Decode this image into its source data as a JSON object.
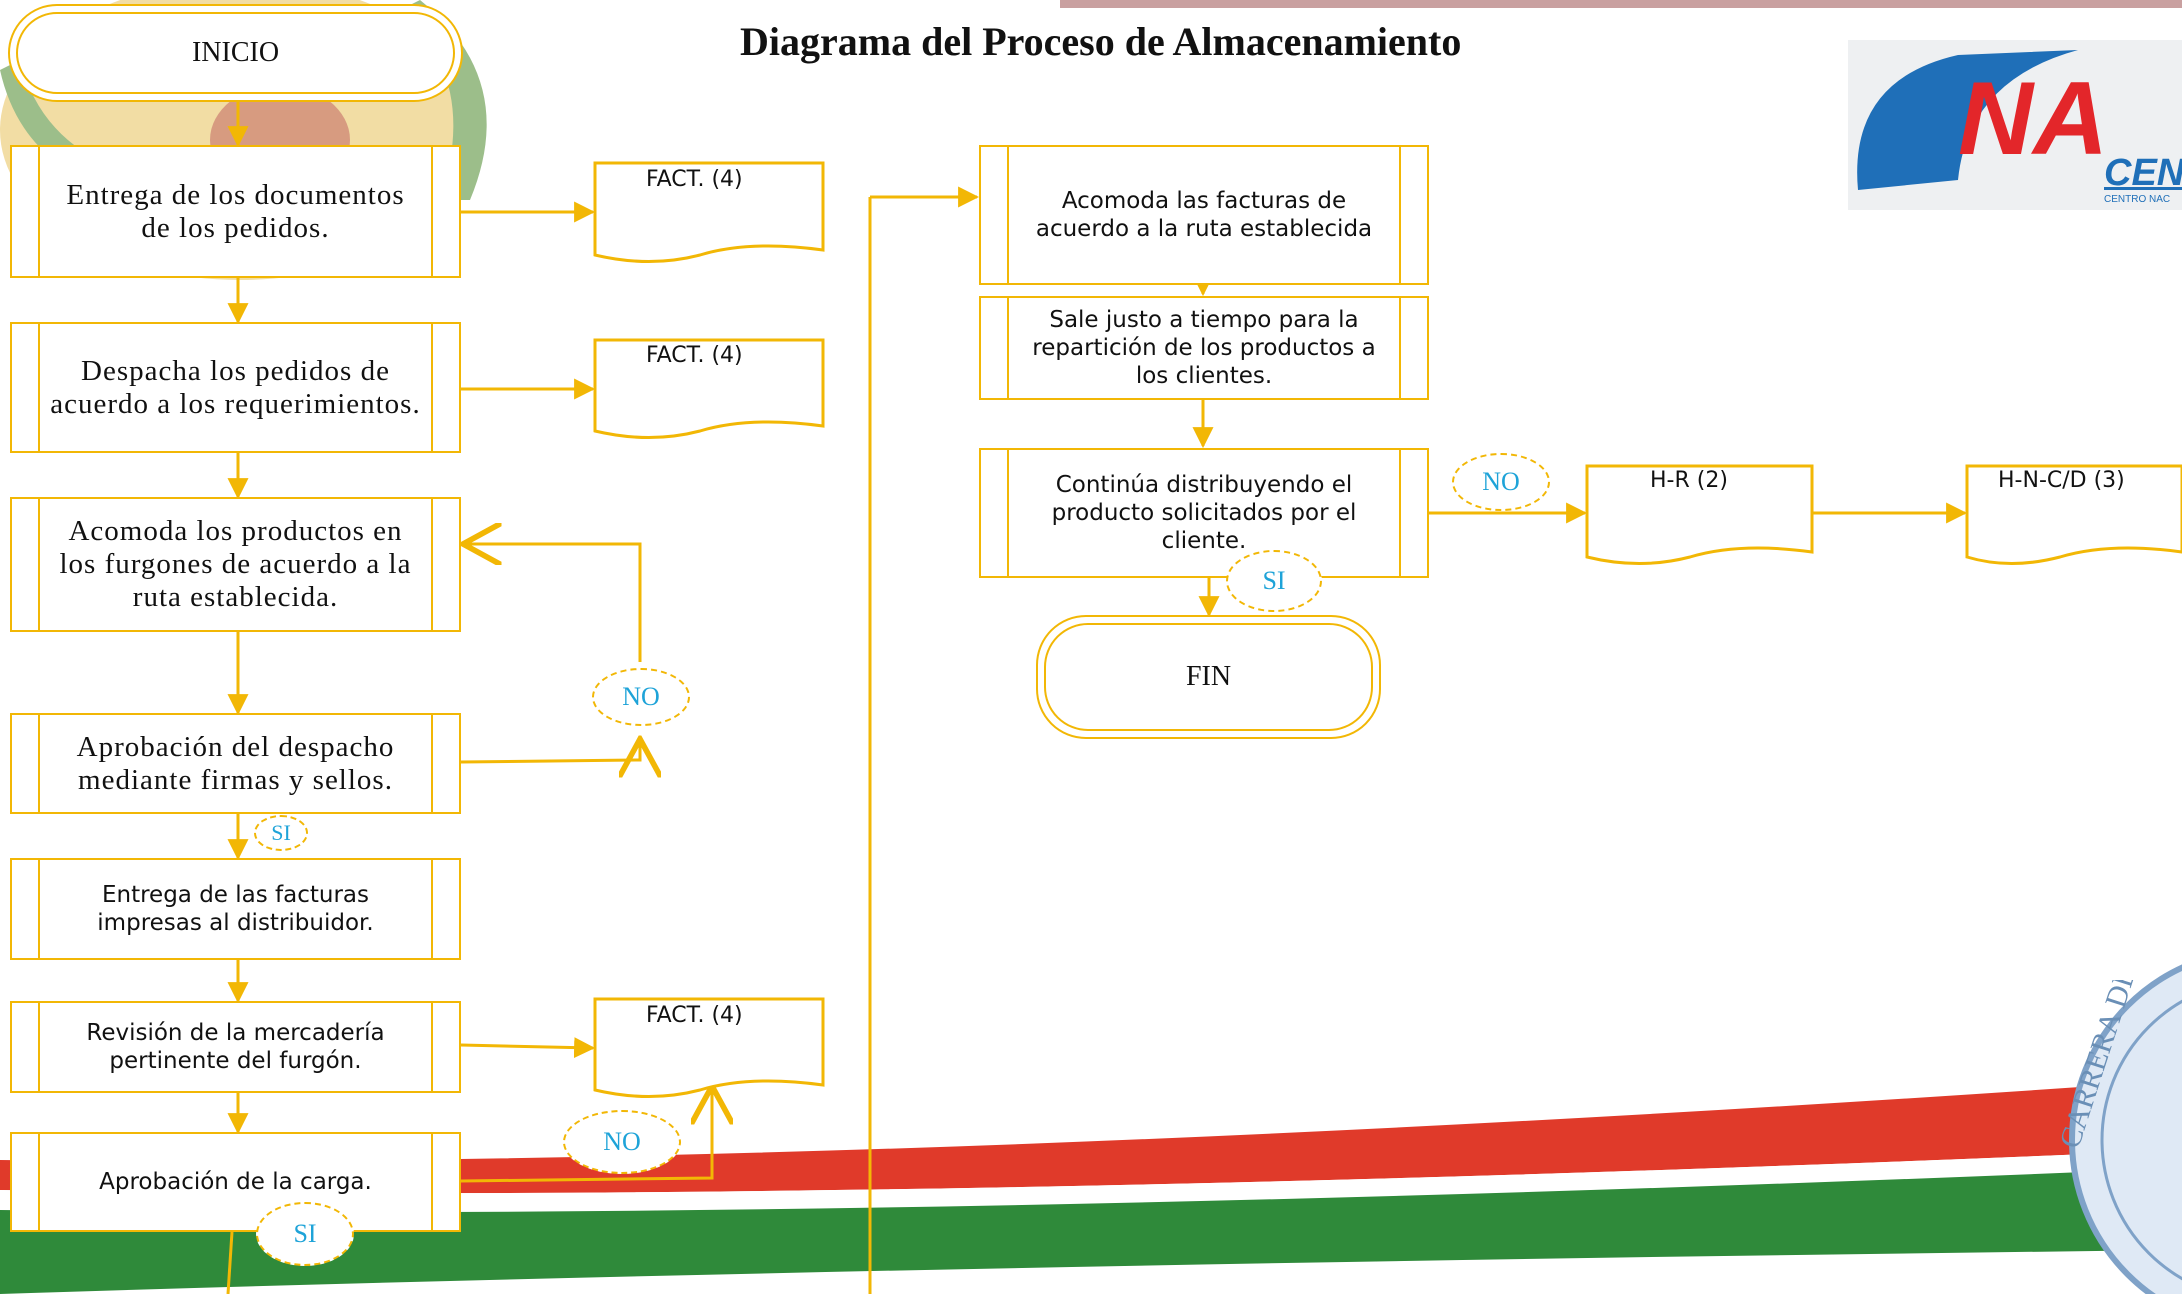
{
  "title": "Diagrama del Proceso de Almacenamiento",
  "colors": {
    "flow": "#f2b705",
    "connector_text": "#1ea3d8",
    "logo_blue": "#1f6fb8",
    "logo_red": "#e3262a"
  },
  "start": "INICIO",
  "end": "FIN",
  "left_column": [
    "Entrega de los documentos de los pedidos.",
    "Despacha los pedidos de acuerdo a los requerimientos.",
    "Acomoda los productos en los furgones de acuerdo a la ruta establecida.",
    "Aprobación del despacho mediante firmas y sellos.",
    "Entrega de las facturas impresas al distribuidor.",
    "Revisión de la mercadería pertinente del furgón.",
    "Aprobación de la carga."
  ],
  "right_column": [
    "Acomoda las facturas de acuerdo a la ruta establecida",
    "Sale justo a tiempo para la repartición de los productos a los clientes.",
    "Continúa distribuyendo el producto solicitados por el cliente."
  ],
  "documents": [
    "FACT. (4)",
    "FACT. (4)",
    "FACT. (4)",
    "H-R (2)",
    "H-N-C/D (3)"
  ],
  "connectors": {
    "si": "SI",
    "no": "NO"
  },
  "logo": {
    "text": "NA",
    "sub": "CEN",
    "tagline": "CENTRO NAC"
  },
  "seal_text": "CARRERA DE"
}
